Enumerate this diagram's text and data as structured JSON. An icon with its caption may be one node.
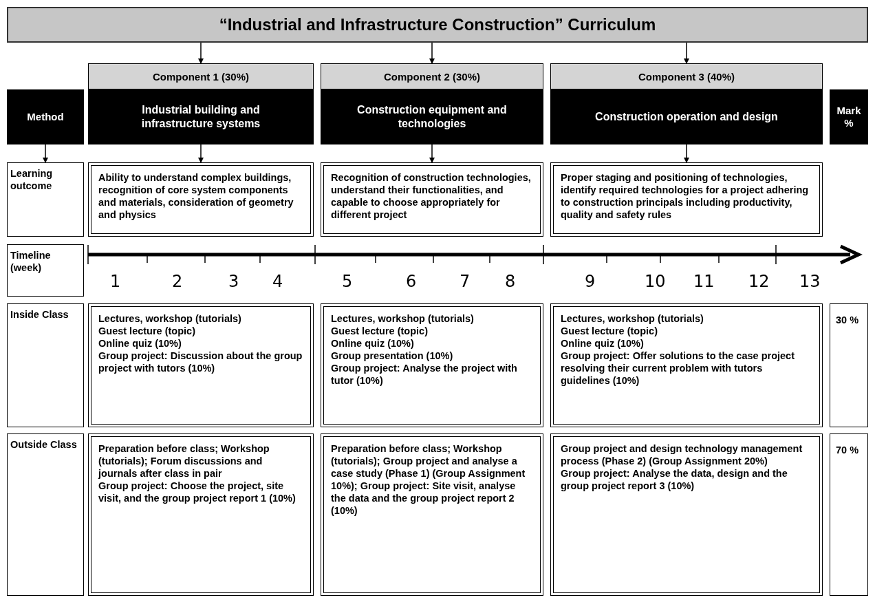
{
  "diagram": {
    "nodes": [
      {
        "text": [
          "“Industrial and Infrastructure Construction” Curriculum"
        ]
      },
      {
        "text": [
          "Method"
        ]
      },
      {
        "text": [
          "Component 1 (30%)",
          "Industrial building and infrastructure systems"
        ]
      },
      {
        "text": [
          "Component 2 (30%)",
          "Construction equipment and technologies"
        ]
      },
      {
        "text": [
          "Component 3 (40%)",
          "Construction operation and design"
        ]
      },
      {
        "text": [
          "Mark %"
        ]
      },
      {
        "text": [
          "Learning outcome"
        ]
      },
      {
        "text": [
          "Ability to understand complex buildings, recognition of core system components and materials, consideration of geometry and physics"
        ]
      },
      {
        "text": [
          "Recognition of construction technologies, understand their functionalities,  and capable  to choose appropriately for different project"
        ]
      },
      {
        "text": [
          "Proper staging and positioning of technologies, identify required technologies for a project adhering to construction principals including productivity, quality and safety rules"
        ]
      },
      {
        "text": [
          "Timeline (week)"
        ]
      },
      {
        "text": [
          "Inside Class"
        ]
      },
      {
        "text": [
          "Lectures, workshop (tutorials)",
          "Guest lecture (topic)",
          "Online quiz (10%)",
          "Group project: Discussion about the group project with tutors (10%)"
        ]
      },
      {
        "text": [
          "Lectures, workshop (tutorials)",
          "Guest lecture (topic)",
          "Online quiz (10%)",
          "Group presentation (10%)",
          "Group project: Analyse the project with tutor (10%)"
        ]
      },
      {
        "text": [
          "Lectures, workshop (tutorials)",
          "Guest lecture (topic)",
          "Online quiz (10%)",
          "Group project: Offer solutions to the case project resolving their current problem with tutors guidelines (10%)"
        ]
      },
      {
        "text": [
          "30 %"
        ]
      },
      {
        "text": [
          "Outside Class"
        ]
      },
      {
        "text": [
          "Preparation before class; Workshop (tutorials); Forum discussions and journals after class in pair",
          "Group project: Choose the project, site visit, and the group project report 1 (10%)"
        ]
      },
      {
        "text": [
          "Preparation before class; Workshop (tutorials); Group project and analyse a case study (Phase 1) (Group Assignment 10%); Group project: Site visit, analyse the data and the group project report 2 (10%)"
        ]
      },
      {
        "text": [
          "Group project and design technology management process (Phase 2) (Group Assignment 20%)",
          "Group project: Analyse the data, design and the group project report 3 (10%)"
        ]
      },
      {
        "text": [
          "70 %"
        ]
      }
    ],
    "edges": [
      {
        "from": 0,
        "to": 2,
        "arrow": "to"
      },
      {
        "from": 0,
        "to": 3,
        "arrow": "to"
      },
      {
        "from": 0,
        "to": 4,
        "arrow": "to"
      },
      {
        "from": 1,
        "to": 6,
        "arrow": "to"
      },
      {
        "from": 2,
        "to": 7,
        "arrow": "to"
      },
      {
        "from": 3,
        "to": 8,
        "arrow": "to"
      },
      {
        "from": 4,
        "to": 9,
        "arrow": "to"
      }
    ],
    "labels": [
      "1",
      "2",
      "3",
      "4",
      "5",
      "6",
      "7",
      "8",
      "9",
      "10",
      "11",
      "12",
      "13"
    ]
  }
}
